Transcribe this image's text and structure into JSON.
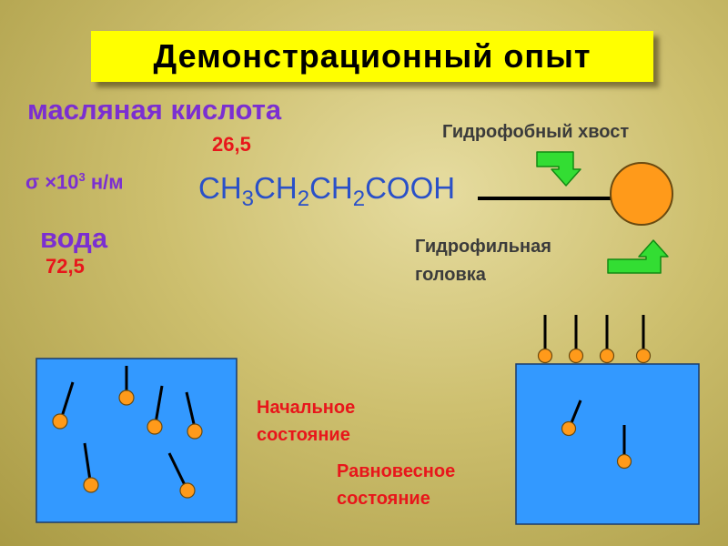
{
  "title": "Демонстрационный опыт",
  "acid": {
    "name": "масляная кислота",
    "value": "26,5"
  },
  "sigma": {
    "symbol": "σ",
    "mult": "×10",
    "exp": "3",
    "unit": " н/м"
  },
  "water": {
    "name": "вода",
    "value": "72,5"
  },
  "formula": [
    "CH",
    "3",
    "CH",
    "2",
    "CH",
    "2",
    "COOH"
  ],
  "labels": {
    "tail": "Гидрофобный хвост",
    "head_line1": "Гидрофильная",
    "head_line2": "головка"
  },
  "states": {
    "initial_line1": "Начальное",
    "initial_line2": "состояние",
    "equilibrium_line1": "Равновесное",
    "equilibrium_line2": "состояние"
  },
  "colors": {
    "title_bg": "#ffff00",
    "water": "#3399ff",
    "molecule_head": "#ff9a1a",
    "arrow": "#33dd33",
    "text_purple": "#7b2fd1",
    "text_red": "#e8161b",
    "text_blue": "#2a50c8"
  }
}
